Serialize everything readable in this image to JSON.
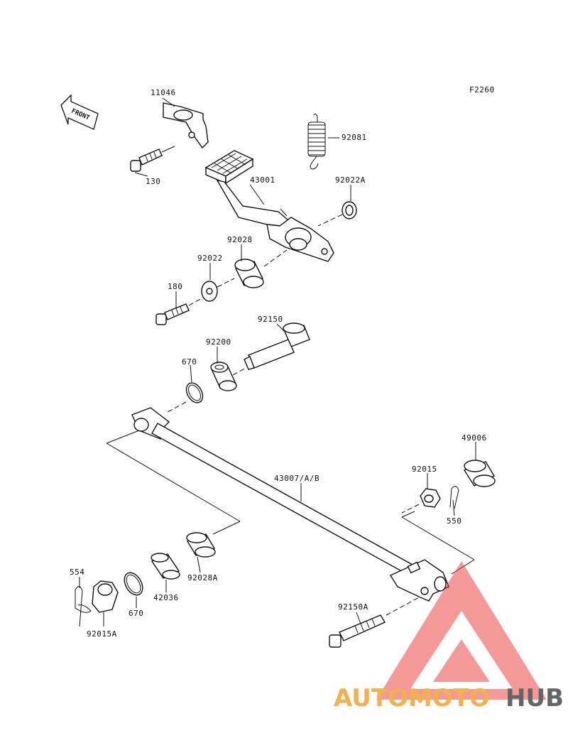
{
  "figure_code": "F2260",
  "front_arrow": {
    "text": "FRONT",
    "icon": "front-arrow-icon"
  },
  "parts": [
    {
      "id": "11046",
      "label": "11046"
    },
    {
      "id": "130",
      "label": "130"
    },
    {
      "id": "92081",
      "label": "92081"
    },
    {
      "id": "43001",
      "label": "43001"
    },
    {
      "id": "92022A",
      "label": "92022A"
    },
    {
      "id": "92028",
      "label": "92028"
    },
    {
      "id": "92022",
      "label": "92022"
    },
    {
      "id": "180",
      "label": "180"
    },
    {
      "id": "92150",
      "label": "92150"
    },
    {
      "id": "92200",
      "label": "92200"
    },
    {
      "id": "670_upper",
      "label": "670"
    },
    {
      "id": "49006",
      "label": "49006"
    },
    {
      "id": "92015",
      "label": "92015"
    },
    {
      "id": "43007",
      "label": "43007/A/B"
    },
    {
      "id": "550",
      "label": "550"
    },
    {
      "id": "554",
      "label": "554"
    },
    {
      "id": "92028A",
      "label": "92028A"
    },
    {
      "id": "42036",
      "label": "42036"
    },
    {
      "id": "670_lower",
      "label": "670"
    },
    {
      "id": "92015A",
      "label": "92015A"
    },
    {
      "id": "92150A",
      "label": "92150A"
    }
  ],
  "watermark": {
    "part1": "AUTOMOTO",
    "part2": "HUB",
    "color_triangle": "#e8322e",
    "color_part1": "#f2a93b",
    "color_part2": "#555555"
  }
}
